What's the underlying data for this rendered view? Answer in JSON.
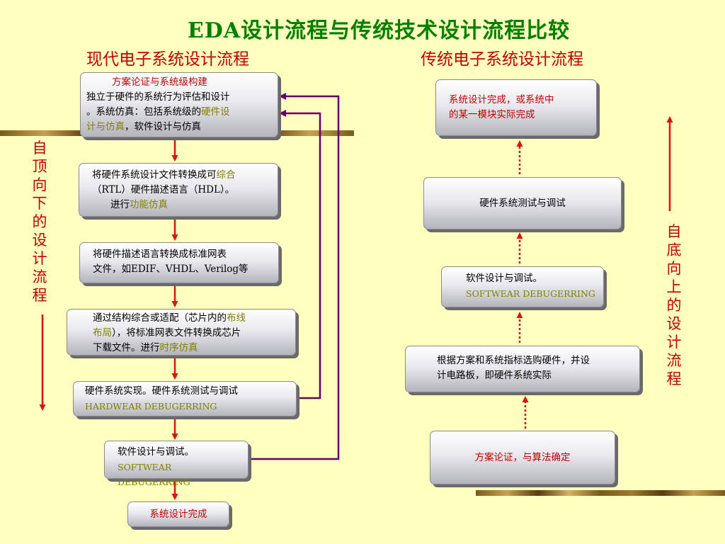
{
  "title": "EDA设计流程与传统技术设计流程比较",
  "left": {
    "heading": "现代电子系统设计流程",
    "side_label": "自顶向下的设计流程",
    "b1": {
      "title": "方案论证与系统级构建",
      "l1": "独立于硬件的系统行为评估和设计",
      "l2a": "。系统仿真：包括系统级的",
      "l2b": "硬件设",
      "l3a": "计与仿真",
      "l3b": "，软件设计与仿真"
    },
    "b2": {
      "l1a": "将硬件系统设计文件转换成可",
      "l1b": "综合",
      "l2": "（RTL）硬件描述语言（HDL）。",
      "l3a": "进行",
      "l3b": "功能仿真"
    },
    "b3": {
      "l1": "将硬件描述语言转换成标准网表",
      "l2": "文件，如EDIF、VHDL、Verilog等"
    },
    "b4": {
      "l1a": "通过结构综合或适配（芯片内的",
      "l1b": "布线",
      "l2a": "布局",
      "l2b": "），将标准网表文件转换成芯片",
      "l3a": "下载文件。进行",
      "l3b": "时序仿真"
    },
    "b5": {
      "l1": "硬件系统实现。硬件系统测试与调试",
      "l2": "HARDWEAR DEBUGERRING"
    },
    "b6": {
      "l1": "软件设计与调试。",
      "l2": "SOFTWEAR DEBUGERRING"
    },
    "b7": {
      "l1": "系统设计完成"
    }
  },
  "right": {
    "heading": "传统电子系统设计流程",
    "side_label": "自底向上的设计流程",
    "r1": {
      "l1": "系统设计完成，或系统中",
      "l2": "的某一模块实际完成"
    },
    "r2": {
      "l1": "硬件系统测试与调试"
    },
    "r3": {
      "l1": "软件设计与调试。",
      "l2": "SOFTWEAR DEBUGERRING"
    },
    "r4": {
      "l1": "根据方案和系统指标选购硬件，并设",
      "l2": "计电路板，即硬件系统实际"
    },
    "r5": {
      "l1": "方案论证，与算法确定"
    }
  },
  "colors": {
    "red": "#c00000",
    "green": "#008000",
    "olive": "#808000",
    "purple": "#660066",
    "arrow": "#e01010"
  }
}
